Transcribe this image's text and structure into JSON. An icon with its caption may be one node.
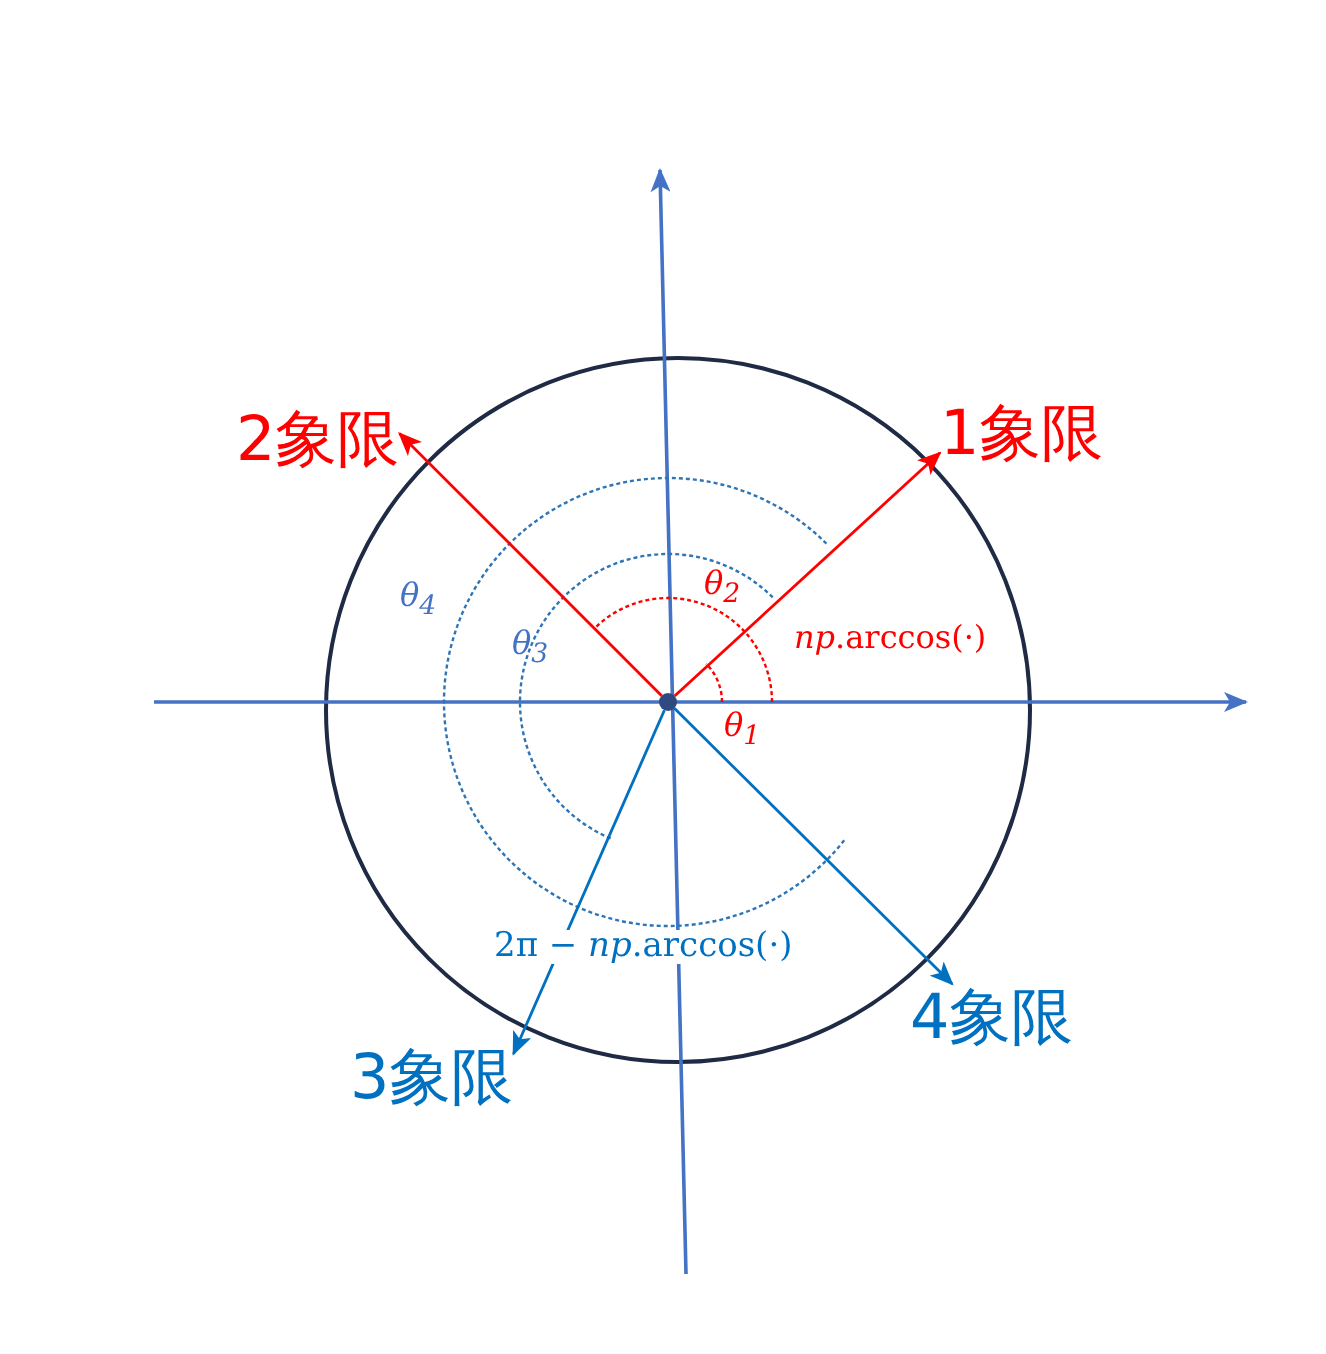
{
  "diagram": {
    "nodes": [
      {
        "text": [
          "2象限"
        ]
      },
      {
        "text": [
          "1象限"
        ]
      },
      {
        "text": [],
        "shape": "circle"
      },
      {
        "text": [
          "3象限"
        ]
      },
      {
        "text": [
          "4象限"
        ]
      }
    ],
    "edges": [
      {
        "from": 2,
        "to": 1,
        "arrow": "to",
        "color": "#ff0000"
      },
      {
        "from": 2,
        "to": 0,
        "arrow": "to",
        "color": "#ff0000"
      },
      {
        "from": 2,
        "to": 3,
        "arrow": "to",
        "color": "#0070c0"
      },
      {
        "from": 2,
        "to": 4,
        "arrow": "to",
        "color": "#0070c0"
      }
    ],
    "labels": [
      "θ$_{4}$",
      "θ$_{2}$",
      "θ$_{3}$",
      "*np*.arccos(·)",
      "θ$_{1}$",
      "2π − *np*.arccos(·)"
    ]
  }
}
